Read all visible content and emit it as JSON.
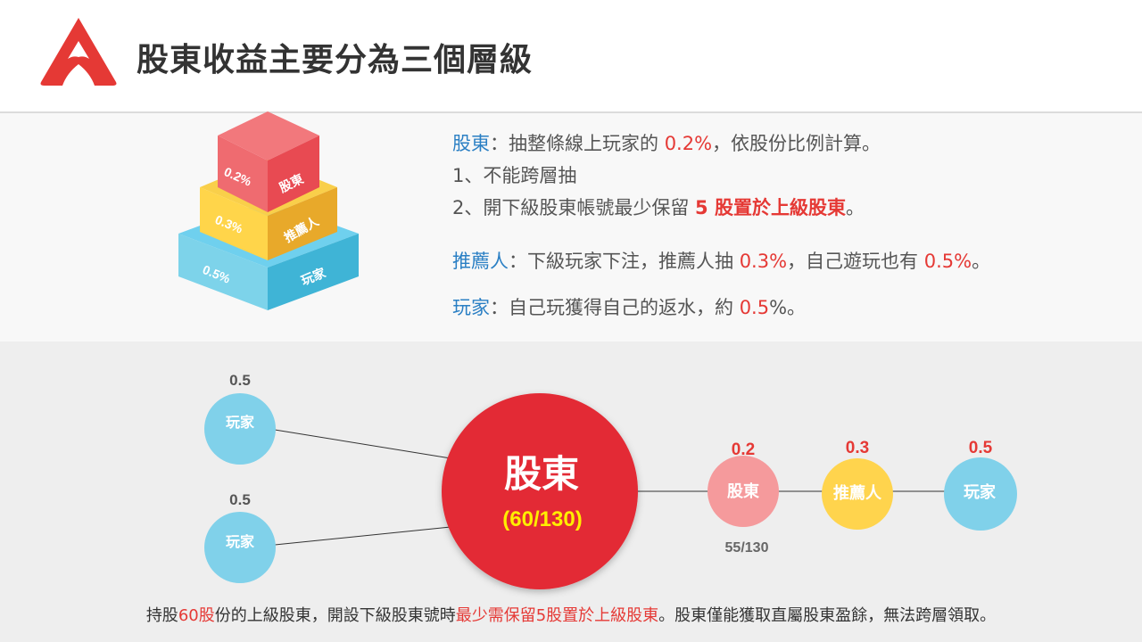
{
  "header": {
    "title": "股東收益主要分為三個層級"
  },
  "pyramid": {
    "levels": [
      {
        "pct": "0.2%",
        "role": "股東",
        "color": "#ef5b61"
      },
      {
        "pct": "0.3%",
        "role": "推薦人",
        "color": "#f5c228"
      },
      {
        "pct": "0.5%",
        "role": "玩家",
        "color": "#45bde0"
      }
    ]
  },
  "desc": {
    "shareholder": {
      "label": "股東",
      "text1": "：抽整條線上玩家的 ",
      "value": "0.2%",
      "text2": "，依股份比例計算。"
    },
    "rule1": "1、不能跨層抽",
    "rule2": {
      "text1": "2、開下級股東帳號最少保留 ",
      "bold": "5 股置於上級股東",
      "text2": "。"
    },
    "referrer": {
      "label": "推薦人",
      "text1": "：下級玩家下注，推薦人抽 ",
      "value1": "0.3%",
      "text2": "，自己遊玩也有 ",
      "value2": "0.5%",
      "text3": "。"
    },
    "player": {
      "label": "玩家",
      "text1": "：自己玩獲得自己的返水，約 ",
      "value": "0.5",
      "text2": "%。"
    }
  },
  "diagram": {
    "main": {
      "label": "股東",
      "sub": "(60/130)",
      "color": "#e32c35",
      "sub_color": "#ffee00"
    },
    "left_players": [
      {
        "value": "0.5",
        "label": "玩家"
      },
      {
        "value": "0.5",
        "label": "玩家"
      }
    ],
    "chain": [
      {
        "value": "0.2",
        "label": "股東",
        "color": "#f59a9c",
        "note": "55/130"
      },
      {
        "value": "0.3",
        "label": "推薦人",
        "color": "#ffd44d",
        "note": ""
      },
      {
        "value": "0.5",
        "label": "玩家",
        "color": "#80d1ea",
        "note": ""
      }
    ]
  },
  "footer": {
    "t1": "持股",
    "r1": "60股",
    "t2": "份的上級股東，開設下級股東號時",
    "r2": "最少需保留5股置於上級股東",
    "t3": "。股東僅能獲取直屬股東盈餘，無法跨層領取。"
  }
}
